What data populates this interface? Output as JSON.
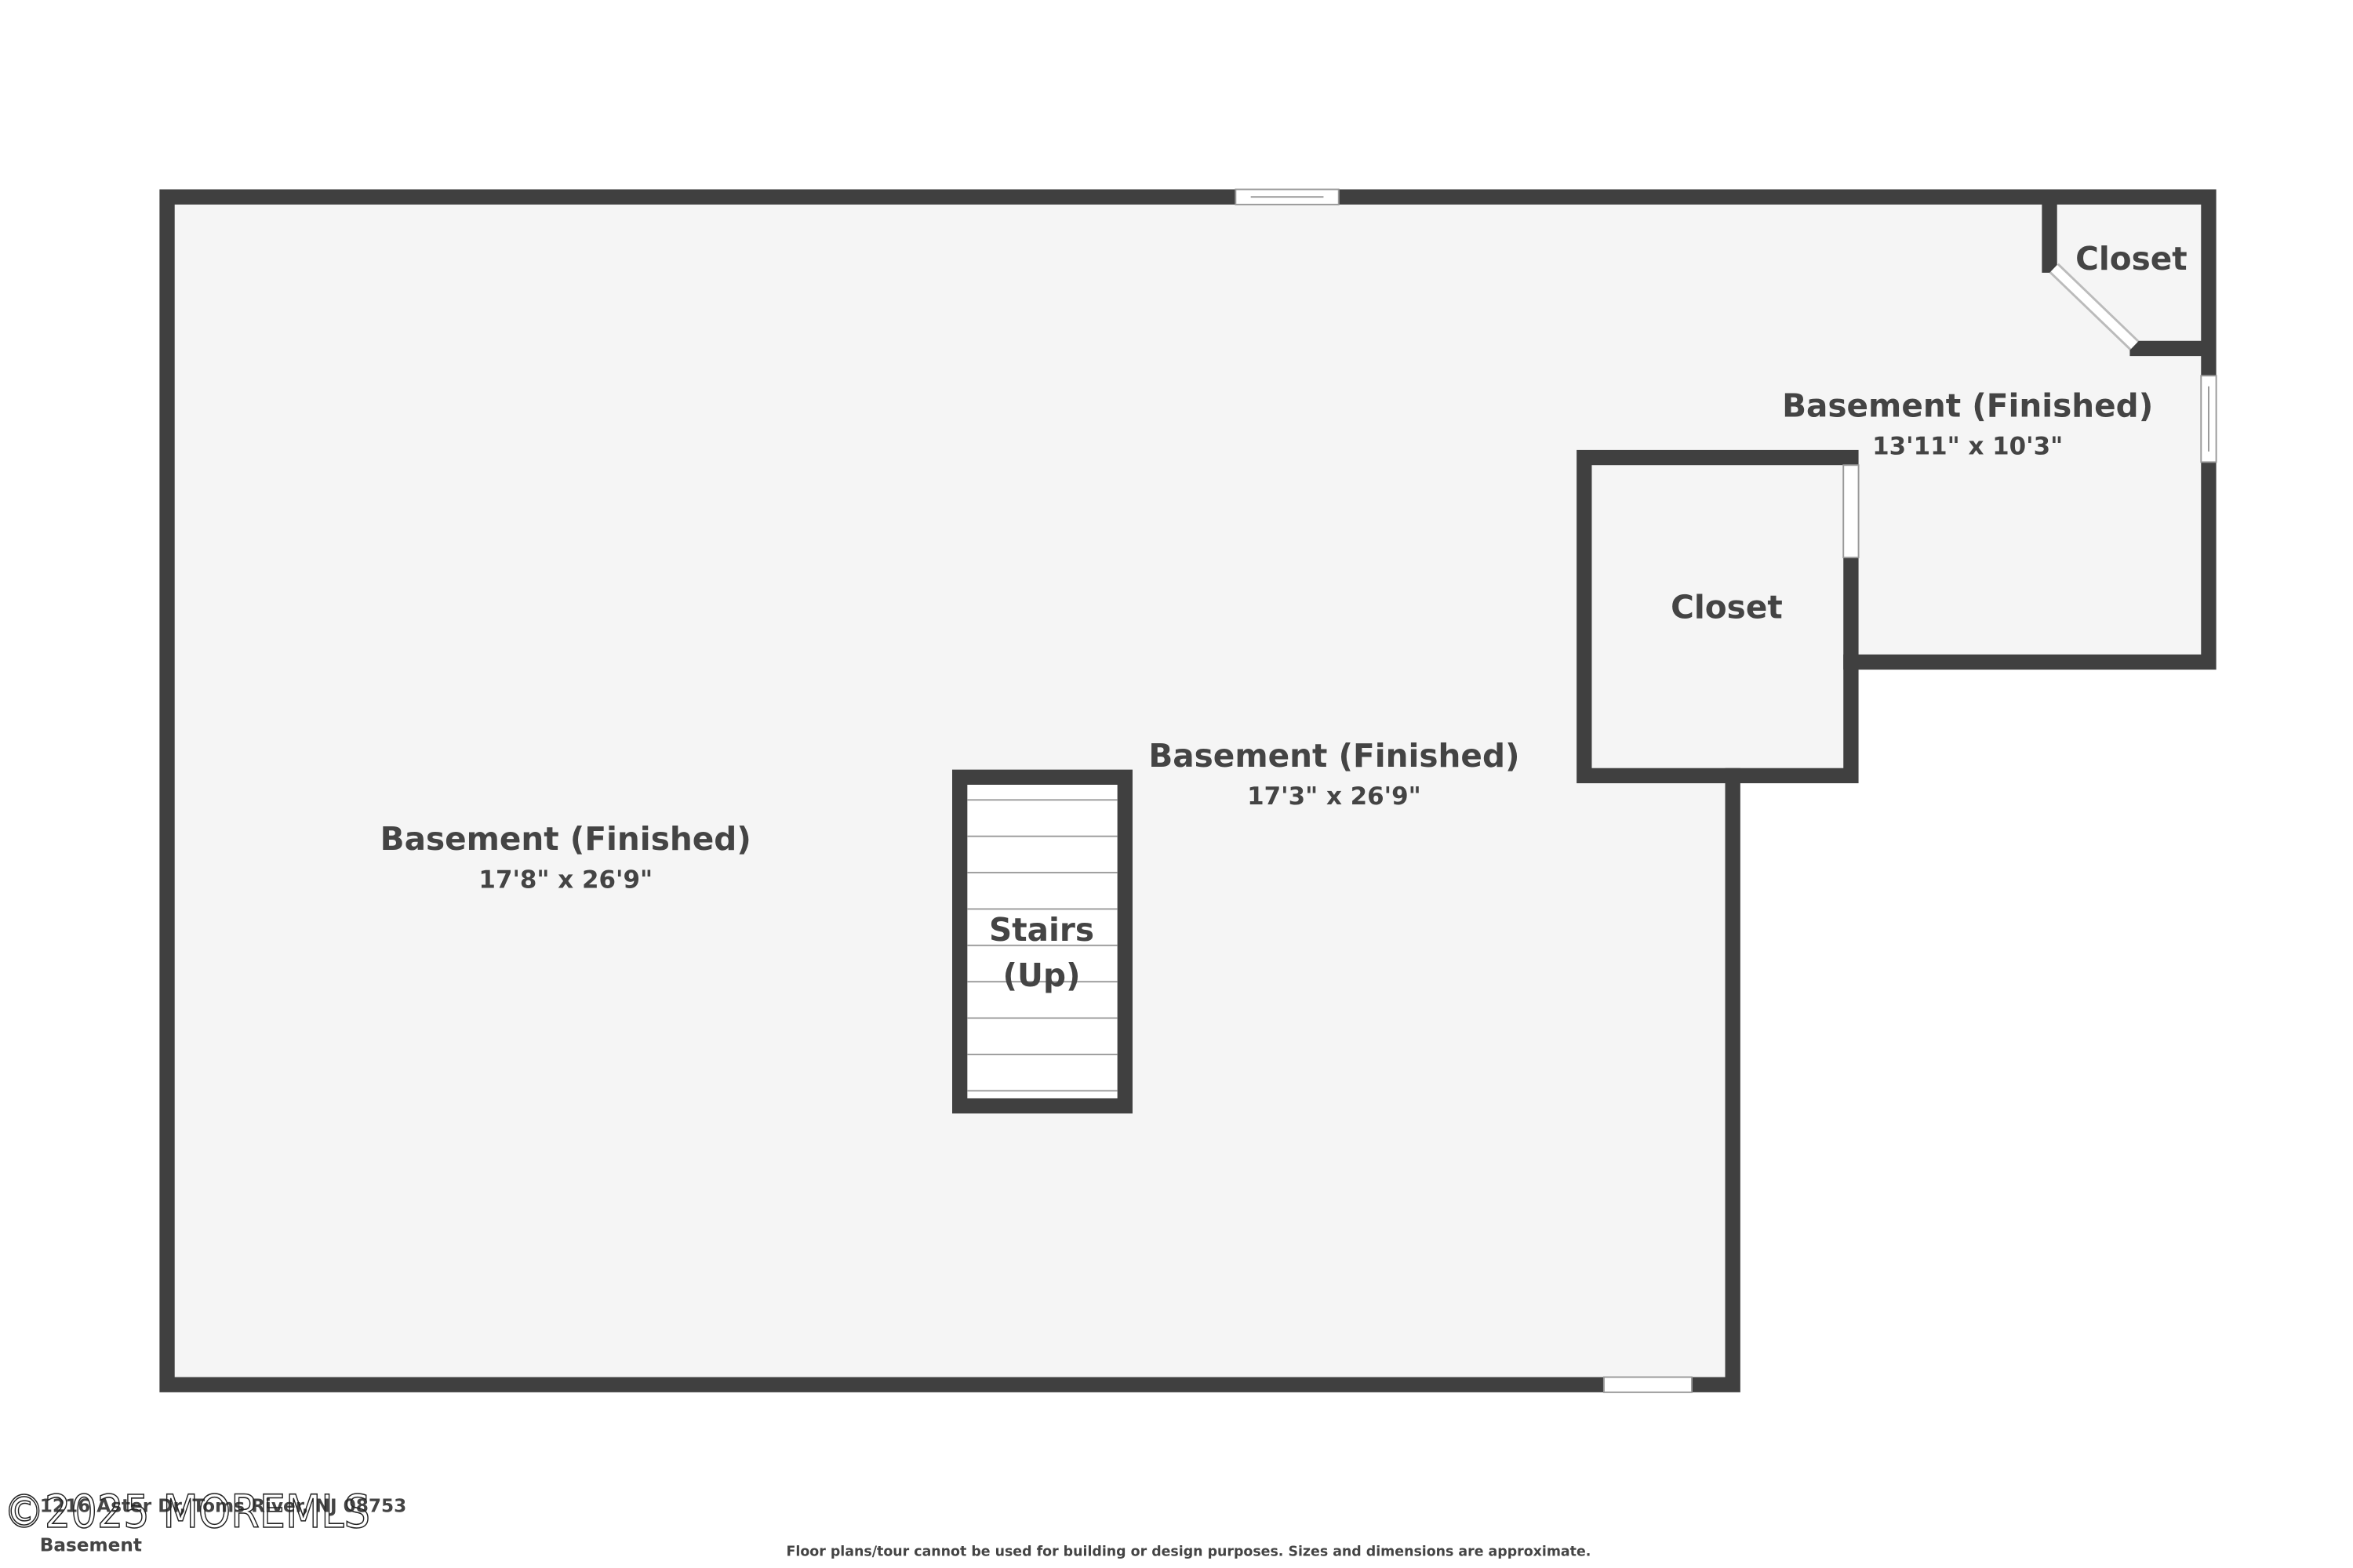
{
  "rooms": [
    {
      "name": "Basement (Finished)",
      "dims": "17'8\" x 26'9\""
    },
    {
      "name": "Basement (Finished)",
      "dims": "17'3\" x 26'9\""
    },
    {
      "name": "Basement (Finished)",
      "dims": "13'11\" x 10'3\""
    },
    {
      "name": "Closet"
    },
    {
      "name": "Closet"
    }
  ],
  "stairs": {
    "line1": "Stairs",
    "line2": "(Up)"
  },
  "footer": {
    "address": "1216 Aster Dr, Toms River, NJ 08753",
    "floor_name": "Basement",
    "disclaimer": "Floor plans/tour cannot be used for building or design purposes. Sizes and dimensions are approximate.",
    "watermark": "©2025 MOREMLS"
  },
  "colors": {
    "wall": "#404040",
    "floor": "#f5f5f5",
    "text": "#444444"
  }
}
